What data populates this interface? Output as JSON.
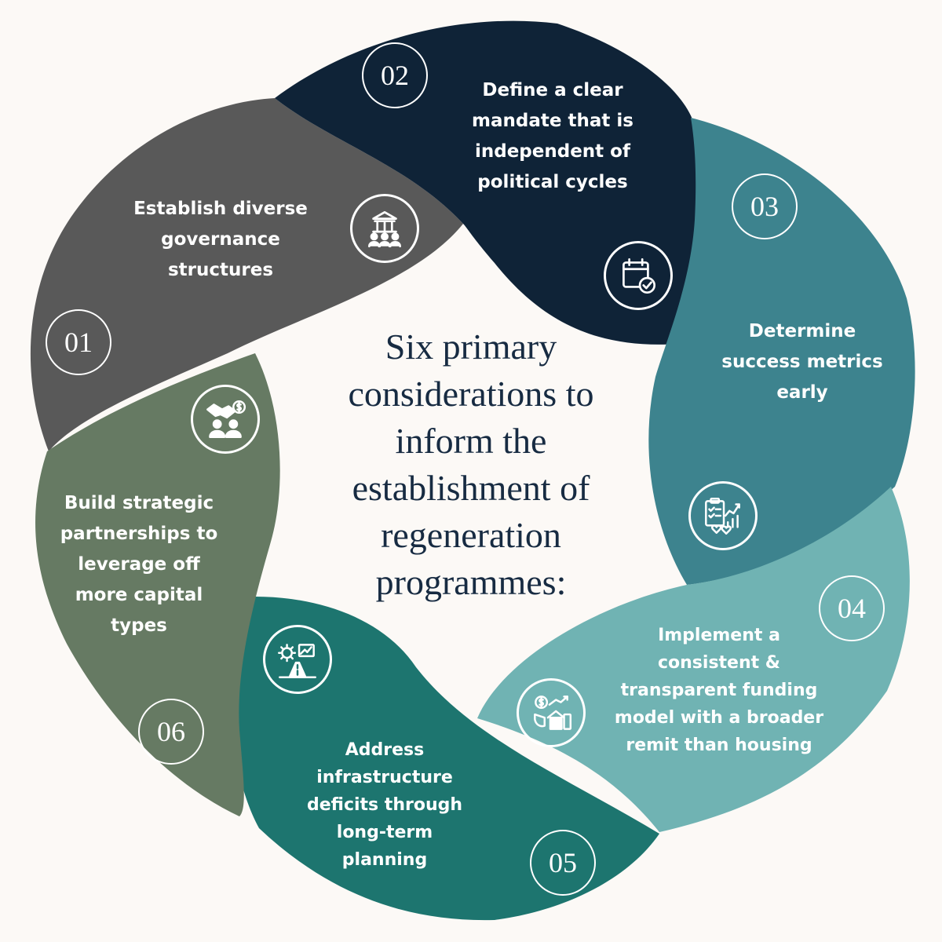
{
  "center_title": "Six primary considerations to inform the establishment of regeneration programmes:",
  "colors": {
    "background": "#fcf9f6",
    "segment_01": "#595959",
    "segment_02": "#0f2337",
    "segment_03": "#3d838e",
    "segment_04": "#70b3b3",
    "segment_05": "#1d756f",
    "segment_06": "#667a63",
    "title_text": "#172b42"
  },
  "segments": [
    {
      "number": "01",
      "label": "Establish diverse governance structures",
      "icon": "government-building-people-icon"
    },
    {
      "number": "02",
      "label": "Define a clear mandate that is independent of political cycles",
      "icon": "calendar-check-icon"
    },
    {
      "number": "03",
      "label": "Determine success metrics early",
      "icon": "clipboard-chart-heart-icon"
    },
    {
      "number": "04",
      "label": "Implement a consistent & transparent funding model with a broader remit than housing",
      "icon": "dollar-house-growth-icon"
    },
    {
      "number": "05",
      "label": "Address infrastructure deficits through long-term planning",
      "icon": "road-gear-plan-icon"
    },
    {
      "number": "06",
      "label": "Build strategic partnerships to leverage off more capital types",
      "icon": "handshake-partners-icon"
    }
  ]
}
